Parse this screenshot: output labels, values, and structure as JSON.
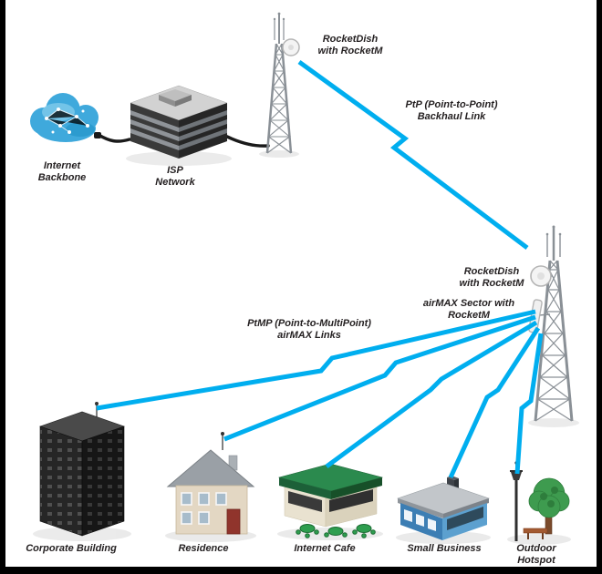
{
  "diagram": {
    "labels": {
      "internet_backbone": "Internet\nBackbone",
      "isp_network": "ISP\nNetwork",
      "rocketdish_top": "RocketDish\nwith RocketM",
      "ptp_link": "PtP (Point-to-Point)\nBackhaul Link",
      "rocketdish_right": "RocketDish\nwith RocketM",
      "airmax_sector": "airMAX Sector with RocketM",
      "ptmp_links": "PtMP (Point-to-MultiPoint)\nairMAX Links",
      "corporate_building": "Corporate Building",
      "residence": "Residence",
      "internet_cafe": "Internet Cafe",
      "small_business": "Small Business",
      "outdoor_hotspot": "Outdoor\nHotspot"
    },
    "colors": {
      "wireless_link": "#00AEEF",
      "label_text": "#231F20",
      "background": "#FFFFFF",
      "frame": "#000000"
    }
  }
}
